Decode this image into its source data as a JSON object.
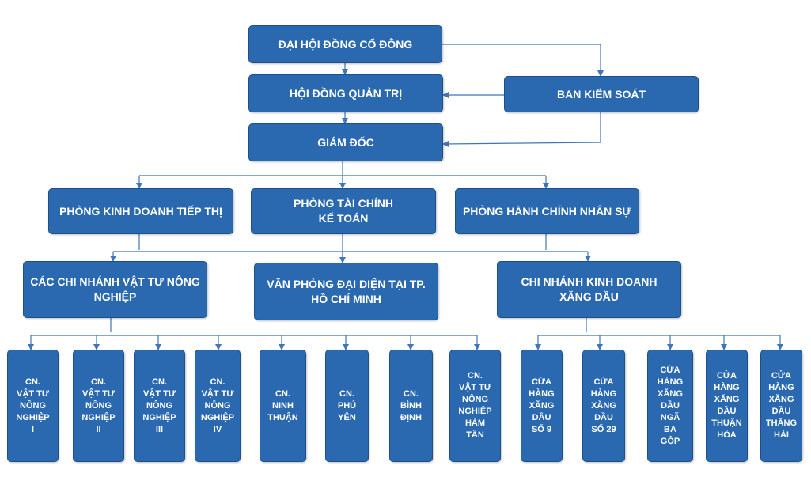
{
  "colors": {
    "box": "#2a69b0",
    "box_border": "#1d4f88",
    "text": "#ffffff",
    "connector": "#3f76b9"
  },
  "top": {
    "shareholders": "ĐẠI HỘI ĐỒNG CỔ ĐÔNG",
    "board": "HỘI ĐỒNG QUẢN TRỊ",
    "supervisory": "BAN KIỂM SOÁT",
    "director": "GIÁM ĐỐC"
  },
  "departments": {
    "marketing": "PHÒNG KINH DOANH TIẾP THỊ",
    "finance": "PHÒNG TÀI CHÍNH\nKẾ TOÁN",
    "hr": "PHÒNG HÀNH CHÍNH NHÂN SỰ"
  },
  "divisions": {
    "agri_branches": "CÁC CHI NHÁNH VẬT TƯ NÔNG\nNGHIỆP",
    "rep_office": "VĂN PHÒNG ĐẠI DIỆN TẠI TP.\nHỒ CHÍ MINH",
    "fuel_branch": "CHI NHÁNH KINH DOANH\nXĂNG DẦU"
  },
  "units": [
    "CN.\nVẬT TƯ\nNÔNG\nNGHIỆP\nI",
    "CN.\nVẬT TƯ\nNÔNG\nNGHIỆP\nII",
    "CN.\nVẬT TƯ\nNÔNG\nNGHIỆP\nIII",
    "CN.\nVẬT TƯ\nNÔNG\nNGHIỆP\nIV",
    "CN.\nNINH\nTHUẬN",
    "CN.\nPHÚ\nYÊN",
    "CN.\nBÌNH\nĐỊNH",
    "CN.\nVẬT TƯ\nNÔNG\nNGHIỆP\nHÀM\nTÂN",
    "CỬA\nHÀNG\nXĂNG\nDẦU\nSỐ 9",
    "CỬA\nHÀNG\nXĂNG\nDẦU\nSỐ 29",
    "CỬA\nHÀNG\nXĂNG\nDẦU\nNGÃ\nBA\nGỘP",
    "CỬA\nHÀNG\nXĂNG\nDẦU\nTHUẬN\nHÒA",
    "CỬA\nHÀNG\nXĂNG\nDẦU\nTHẮNG\nHẢI"
  ]
}
